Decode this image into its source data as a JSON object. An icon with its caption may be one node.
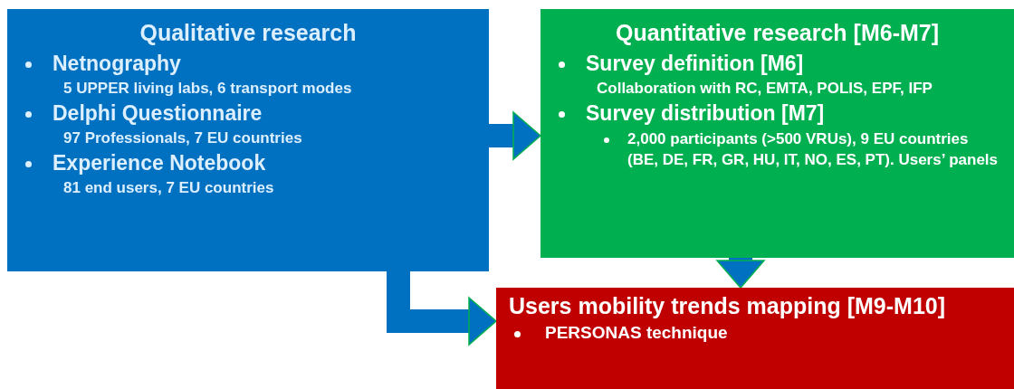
{
  "diagram": {
    "nodes": [
      {
        "text": [
          "Qualitative research",
          "Netnography",
          "5 UPPER living labs, 6 transport modes",
          "Delphi Questionnaire",
          "97 Professionals, 7 EU countries",
          "Experience Notebook",
          "81 end users, 7 EU countries"
        ]
      },
      {
        "text": [
          "Quantitative research [M6-M7]",
          "Survey definition [M6]",
          "Collaboration with RC, EMTA, POLIS, EPF, IFP",
          "Survey distribution [M7]",
          "2,000 participants (>500 VRUs), 9 EU countries (BE, DE, FR, GR, HU, IT, NO, ES, PT). Users’ panels"
        ]
      },
      {
        "text": [
          "Users mobility trends mapping [M9-M10]",
          "PERSONAS technique"
        ]
      }
    ],
    "edges": [
      {
        "from": 0,
        "to": 1,
        "arrow": "to"
      },
      {
        "from": 1,
        "to": 2,
        "arrow": "to"
      },
      {
        "from": 0,
        "to": 2,
        "arrow": "to"
      }
    ]
  }
}
